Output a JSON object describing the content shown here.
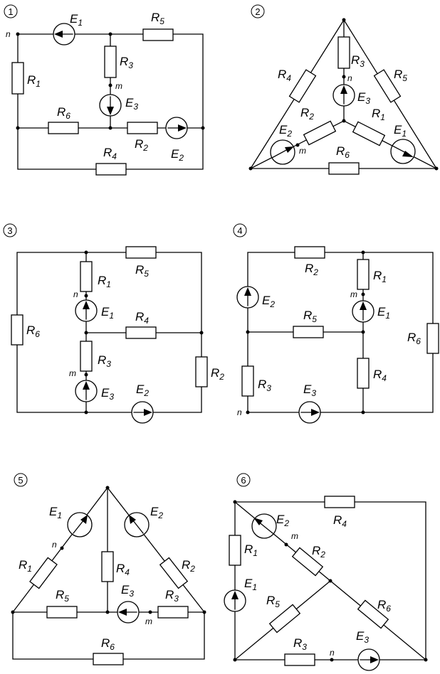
{
  "figure": {
    "circuits": [
      {
        "number": "1"
      },
      {
        "number": "2"
      },
      {
        "number": "3"
      },
      {
        "number": "4"
      },
      {
        "number": "5"
      },
      {
        "number": "6"
      }
    ],
    "resistor_letter": "R",
    "source_letter": "E",
    "node_n": "n",
    "node_m": "m",
    "indices": [
      "1",
      "2",
      "3",
      "4",
      "5",
      "6"
    ]
  }
}
